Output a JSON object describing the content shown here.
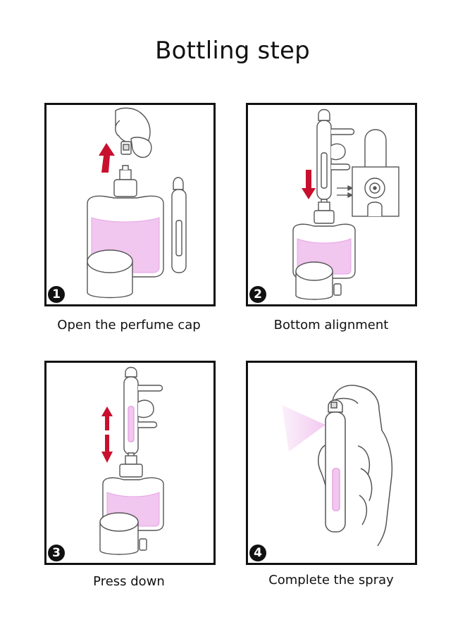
{
  "title": "Bottling step",
  "colors": {
    "liquid": "#f1c6ef",
    "liquid_dark": "#e5a6e3",
    "arrow": "#c8102e",
    "stroke": "#555555",
    "frame": "#111111"
  },
  "steps": [
    {
      "number": "1",
      "caption": "Open the perfume cap"
    },
    {
      "number": "2",
      "caption": "Bottom alignment"
    },
    {
      "number": "3",
      "caption": "Press down"
    },
    {
      "number": "4",
      "caption": "Complete the spray"
    }
  ],
  "icons": [
    "hand-icon",
    "perfume-bottle-icon",
    "atomizer-icon",
    "cap-icon",
    "arrow-up-icon",
    "arrow-down-icon",
    "arrow-updown-icon",
    "spray-mist-icon"
  ]
}
